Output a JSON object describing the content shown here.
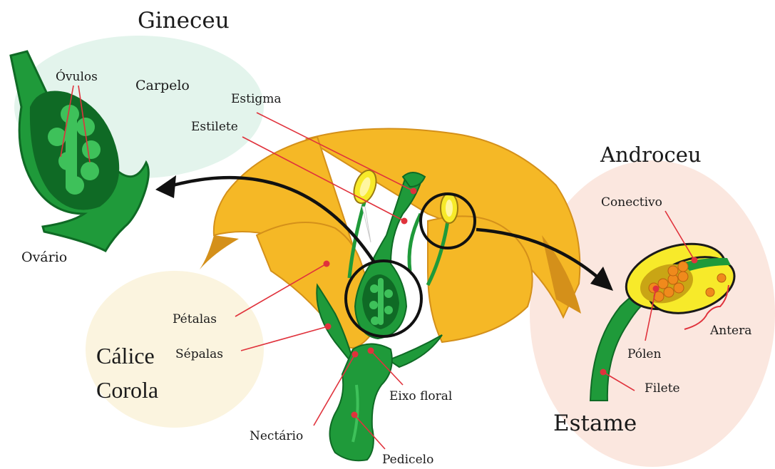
{
  "labels": {
    "gineceu": "Gineceu",
    "carpelo": "Carpelo",
    "ovulos": "Óvulos",
    "ovario": "Ovário",
    "estigma": "Estigma",
    "estilete": "Estilete",
    "androceu": "Androceu",
    "conectivo": "Conectivo",
    "antera": "Antera",
    "polen": "Pólen",
    "filete": "Filete",
    "estame": "Estame",
    "petalas": "Pétalas",
    "sepalas": "Sépalas",
    "calice": "Cálice",
    "corola": "Corola",
    "eixo_floral": "Eixo floral",
    "nectario": "Nectário",
    "pedicelo": "Pedicelo"
  },
  "colors": {
    "petal": "#f5b826",
    "petal_dark": "#d4901a",
    "green": "#1f9a3a",
    "green_light": "#3ec15a",
    "green_dark": "#0f6a25",
    "anther_yellow": "#f7ea2a",
    "pollen": "#f08a1c",
    "label_line": "#e0323c",
    "gineceu_bubble": "#e3f4ec",
    "androceu_bubble": "#fbe7df",
    "calice_bubble": "#fbf4df"
  }
}
